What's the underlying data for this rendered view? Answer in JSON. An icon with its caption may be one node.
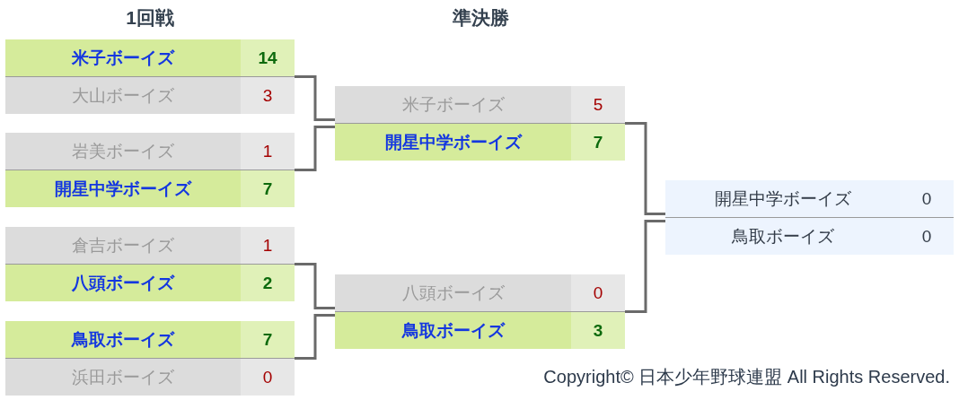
{
  "diagram": {
    "nodes": [
      {
        "text": [],
        "shape": "box"
      },
      {
        "text": [
          "米子ボーイズ",
          "14"
        ],
        "in": 0
      },
      {
        "text": [
          "大山ボーイズ",
          "3"
        ],
        "in": 0
      },
      {
        "text": [],
        "shape": "box"
      },
      {
        "text": [
          "岩美ボーイズ",
          "1"
        ],
        "in": 3
      },
      {
        "text": [
          "開星中学ボーイズ",
          "7"
        ],
        "in": 3
      },
      {
        "text": [],
        "shape": "box"
      },
      {
        "text": [
          "倉吉ボーイズ",
          "1"
        ],
        "in": 6
      },
      {
        "text": [
          "八頭ボーイズ",
          "2"
        ],
        "in": 6
      },
      {
        "text": [],
        "shape": "box"
      },
      {
        "text": [
          "鳥取ボーイズ",
          "7"
        ],
        "in": 9
      },
      {
        "text": [
          "浜田ボーイズ",
          "0"
        ],
        "in": 9
      },
      {
        "text": [],
        "shape": "box"
      },
      {
        "text": [
          "米子ボーイズ",
          "5"
        ],
        "in": 12
      },
      {
        "text": [
          "開星中学ボーイズ",
          "7"
        ],
        "in": 12
      },
      {
        "text": [],
        "shape": "box"
      },
      {
        "text": [
          "八頭ボーイズ",
          "0"
        ],
        "in": 15
      },
      {
        "text": [
          "鳥取ボーイズ",
          "3"
        ],
        "in": 15
      },
      {
        "text": [],
        "shape": "box"
      },
      {
        "text": [
          "開星中学ボーイズ",
          "0"
        ],
        "in": 18
      },
      {
        "text": [
          "鳥取ボーイズ",
          "0"
        ],
        "in": 18
      }
    ],
    "edges": [
      {
        "from": 0,
        "to": 12,
        "arrow": "none"
      },
      {
        "from": 3,
        "to": 12,
        "arrow": "none"
      },
      {
        "from": 6,
        "to": 15,
        "arrow": "none"
      },
      {
        "from": 9,
        "to": 15,
        "arrow": "none"
      },
      {
        "from": 12,
        "to": 18,
        "arrow": "none"
      },
      {
        "from": 15,
        "to": 18,
        "arrow": "none"
      }
    ],
    "labels": [
      "1回戦",
      "準決勝",
      "Copyright© 日本少年野球連盟 All Rights Reserved."
    ]
  }
}
